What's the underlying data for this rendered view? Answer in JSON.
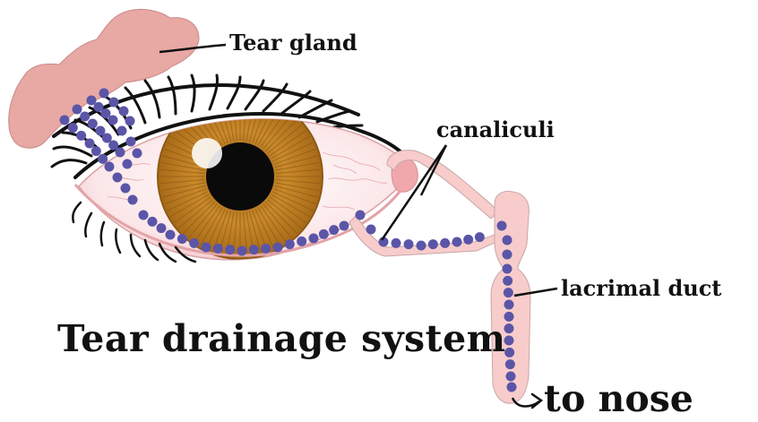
{
  "diagram": {
    "title": "Tear drainage system",
    "labels": {
      "tear_gland": "Tear gland",
      "canaliculi": "canaliculi",
      "lacrimal_duct": "lacrimal duct",
      "to_nose": "to nose"
    },
    "colors": {
      "gland_pink": "#e8a8a4",
      "duct_pink": "#f7cccb",
      "iris_brown": "#c98a2a",
      "pupil": "#0a0a0a",
      "tear_dots": "#5b55a8",
      "eye_white": "#fbe9ea",
      "outline": "#1a1a1a"
    }
  }
}
